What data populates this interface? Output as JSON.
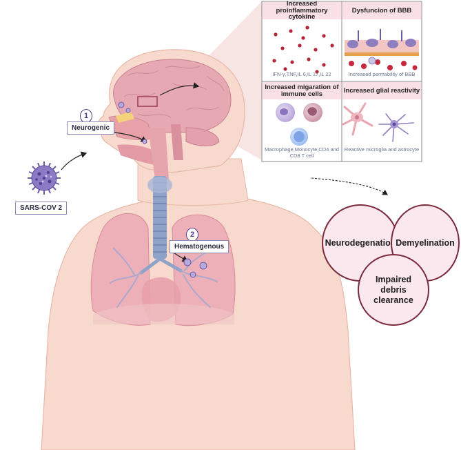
{
  "virus": {
    "label": "SARS-COV 2"
  },
  "routes": {
    "neurogenic": {
      "number": "1",
      "label": "Neurogenic"
    },
    "hematogenous": {
      "number": "2",
      "label": "Hematogenous"
    }
  },
  "panels": [
    {
      "title": "Increased proinflammatory cytokine",
      "caption": "IFN-γ,TNF,IL 6,IL 17,IL 22"
    },
    {
      "title": "Dysfuncion of BBB",
      "caption": "Increased permability of BBB"
    },
    {
      "title": "Increased migaration of immune cells",
      "caption": "Macrophage,Monocyte,CD4 and CD8 T cell"
    },
    {
      "title": "Increased glial reactivity",
      "caption": "Reactive microglia and astrocyte"
    }
  ],
  "outcomes": {
    "neurodegeneration": "Neurodegenation",
    "demyelination": "Demyelination",
    "debris": "Impaired debris clearance"
  },
  "colors": {
    "skin": "#f7d9cd",
    "skin_stroke": "#e7b8a8",
    "lung": "#eeb0b8",
    "airway": "#e6a4ad",
    "brain": "#e6a9b4",
    "panel_header": "#f9dfe6",
    "outcome_fill": "#fbe7ee",
    "outcome_stroke": "#7a2a3c",
    "trachea": "#8fa3c8",
    "virus": "#6a5aa6"
  }
}
